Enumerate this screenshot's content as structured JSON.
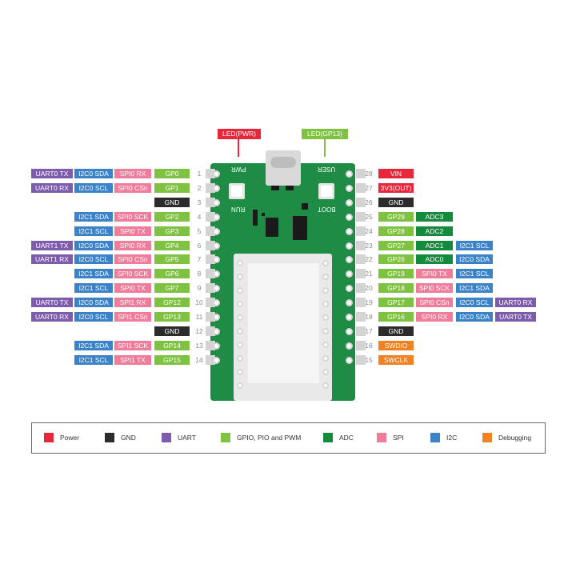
{
  "colors": {
    "power": "#e8263a",
    "gnd": "#2b2b2b",
    "uart": "#7e5cad",
    "gpio": "#7fc241",
    "adc": "#148a3c",
    "spi": "#ef7c9a",
    "i2c": "#3b82c8",
    "debug": "#f08225",
    "board": "#1e8c44"
  },
  "board": {
    "led_pwr_label": "LED(PWR)",
    "led_gp13_label": "LED(GP13)",
    "pwr_text": "PWR",
    "user_text": "USER",
    "run_text": "RUN",
    "boot_text": "BOOT"
  },
  "left_pins": [
    {
      "num": "1",
      "labels": [
        [
          "UART0 TX",
          "uart"
        ],
        [
          "I2C0 SDA",
          "i2c"
        ],
        [
          "SPI0 RX",
          "spi"
        ],
        [
          "GP0",
          "gpio"
        ]
      ]
    },
    {
      "num": "2",
      "labels": [
        [
          "UART0 RX",
          "uart"
        ],
        [
          "I2C0 SCL",
          "i2c"
        ],
        [
          "SPI0 CSn",
          "spi"
        ],
        [
          "GP1",
          "gpio"
        ]
      ]
    },
    {
      "num": "3",
      "labels": [
        [
          "GND",
          "gnd"
        ]
      ]
    },
    {
      "num": "4",
      "labels": [
        [
          "I2C1 SDA",
          "i2c"
        ],
        [
          "SPI0 SCK",
          "spi"
        ],
        [
          "GP2",
          "gpio"
        ]
      ]
    },
    {
      "num": "5",
      "labels": [
        [
          "I2C1 SCL",
          "i2c"
        ],
        [
          "SPI0 TX",
          "spi"
        ],
        [
          "GP3",
          "gpio"
        ]
      ]
    },
    {
      "num": "6",
      "labels": [
        [
          "UART1 TX",
          "uart"
        ],
        [
          "I2C0 SDA",
          "i2c"
        ],
        [
          "SPI0 RX",
          "spi"
        ],
        [
          "GP4",
          "gpio"
        ]
      ]
    },
    {
      "num": "7",
      "labels": [
        [
          "UART1 RX",
          "uart"
        ],
        [
          "I2C0 SCL",
          "i2c"
        ],
        [
          "SPI0 CSn",
          "spi"
        ],
        [
          "GP5",
          "gpio"
        ]
      ]
    },
    {
      "num": "8",
      "labels": [
        [
          "I2C1 SDA",
          "i2c"
        ],
        [
          "SPI0 SCK",
          "spi"
        ],
        [
          "GP6",
          "gpio"
        ]
      ]
    },
    {
      "num": "9",
      "labels": [
        [
          "I2C1 SCL",
          "i2c"
        ],
        [
          "SPI0 TX",
          "spi"
        ],
        [
          "GP7",
          "gpio"
        ]
      ]
    },
    {
      "num": "10",
      "labels": [
        [
          "UART0 TX",
          "uart"
        ],
        [
          "I2C0 SDA",
          "i2c"
        ],
        [
          "SPI1 RX",
          "spi"
        ],
        [
          "GP12",
          "gpio"
        ]
      ]
    },
    {
      "num": "11",
      "labels": [
        [
          "UART0 RX",
          "uart"
        ],
        [
          "I2C0 SCL",
          "i2c"
        ],
        [
          "SPI1 CSn",
          "spi"
        ],
        [
          "GP13",
          "gpio"
        ]
      ]
    },
    {
      "num": "12",
      "labels": [
        [
          "GND",
          "gnd"
        ]
      ]
    },
    {
      "num": "13",
      "labels": [
        [
          "I2C1 SDA",
          "i2c"
        ],
        [
          "SPI1 SCK",
          "spi"
        ],
        [
          "GP14",
          "gpio"
        ]
      ]
    },
    {
      "num": "14",
      "labels": [
        [
          "I2C1 SCL",
          "i2c"
        ],
        [
          "SPI1 TX",
          "spi"
        ],
        [
          "GP15",
          "gpio"
        ]
      ]
    }
  ],
  "right_pins": [
    {
      "num": "28",
      "labels": [
        [
          "VIN",
          "power"
        ]
      ]
    },
    {
      "num": "27",
      "labels": [
        [
          "3V3(OUT)",
          "power"
        ]
      ]
    },
    {
      "num": "26",
      "labels": [
        [
          "GND",
          "gnd"
        ]
      ]
    },
    {
      "num": "25",
      "labels": [
        [
          "GP29",
          "gpio"
        ],
        [
          "ADC3",
          "adc"
        ]
      ]
    },
    {
      "num": "24",
      "labels": [
        [
          "GP28",
          "gpio"
        ],
        [
          "ADC2",
          "adc"
        ]
      ]
    },
    {
      "num": "23",
      "labels": [
        [
          "GP27",
          "gpio"
        ],
        [
          "ADC1",
          "adc"
        ],
        [
          "I2C1 SCL",
          "i2c"
        ]
      ]
    },
    {
      "num": "22",
      "labels": [
        [
          "GP26",
          "gpio"
        ],
        [
          "ADC0",
          "adc"
        ],
        [
          "I2C0 SDA",
          "i2c"
        ]
      ]
    },
    {
      "num": "21",
      "labels": [
        [
          "GP19",
          "gpio"
        ],
        [
          "SPI0 TX",
          "spi"
        ],
        [
          "I2C1 SCL",
          "i2c"
        ]
      ]
    },
    {
      "num": "20",
      "labels": [
        [
          "GP18",
          "gpio"
        ],
        [
          "SPI0 SCK",
          "spi"
        ],
        [
          "I2C1 SDA",
          "i2c"
        ]
      ]
    },
    {
      "num": "19",
      "labels": [
        [
          "GP17",
          "gpio"
        ],
        [
          "SPI0 CSn",
          "spi"
        ],
        [
          "I2C0 SCL",
          "i2c"
        ],
        [
          "UART0 RX",
          "uart"
        ]
      ]
    },
    {
      "num": "18",
      "labels": [
        [
          "GP16",
          "gpio"
        ],
        [
          "SPI0 RX",
          "spi"
        ],
        [
          "I2C0 SDA",
          "i2c"
        ],
        [
          "UART0 TX",
          "uart"
        ]
      ]
    },
    {
      "num": "17",
      "labels": [
        [
          "GND",
          "gnd"
        ]
      ]
    },
    {
      "num": "16",
      "labels": [
        [
          "SWDIO",
          "debug"
        ]
      ]
    },
    {
      "num": "15",
      "labels": [
        [
          "SWCLK",
          "debug"
        ]
      ]
    }
  ],
  "legend": [
    {
      "label": "Power",
      "color": "power"
    },
    {
      "label": "GND",
      "color": "gnd"
    },
    {
      "label": "UART",
      "color": "uart"
    },
    {
      "label": "GPIO, PIO and PWM",
      "color": "gpio"
    },
    {
      "label": "ADC",
      "color": "adc"
    },
    {
      "label": "SPI",
      "color": "spi"
    },
    {
      "label": "I2C",
      "color": "i2c"
    },
    {
      "label": "Debugging",
      "color": "debug"
    }
  ]
}
